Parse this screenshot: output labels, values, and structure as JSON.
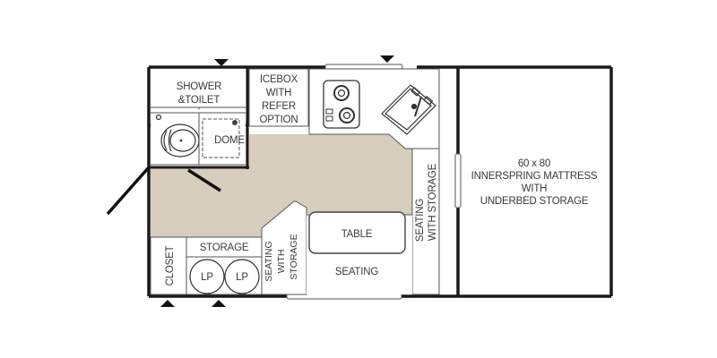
{
  "floorplan": {
    "colors": {
      "floor": "#d6cdbd",
      "wall": "#1a1a1a",
      "line": "#555555",
      "text": "#3a3a3a",
      "background": "#ffffff"
    },
    "rooms": {
      "shower": {
        "line1": "SHOWER",
        "line2": "&TOILET"
      },
      "dome": "DOME",
      "icebox": {
        "line1": "ICEBOX",
        "line2": "WITH",
        "line3": "REFER",
        "line4": "OPTION"
      },
      "seating_right": {
        "line1": "SEATING",
        "line2": "WITH STORAGE"
      },
      "seating_left": {
        "line1": "SEATING",
        "line2": "WITH",
        "line3": "STORAGE"
      },
      "table": "TABLE",
      "seating_bottom": "SEATING",
      "closet": "CLOSET",
      "storage": "STORAGE",
      "lp1": "LP",
      "lp2": "LP",
      "bed": {
        "line1": "60 x 80",
        "line2": "INNERSPRING MATTRESS",
        "line3": "WITH",
        "line4": "UNDERBED STORAGE"
      }
    },
    "fixtures": [
      "toilet-icon",
      "stove-icon",
      "sink-icon",
      "door-swing",
      "window",
      "entry-marker"
    ]
  }
}
